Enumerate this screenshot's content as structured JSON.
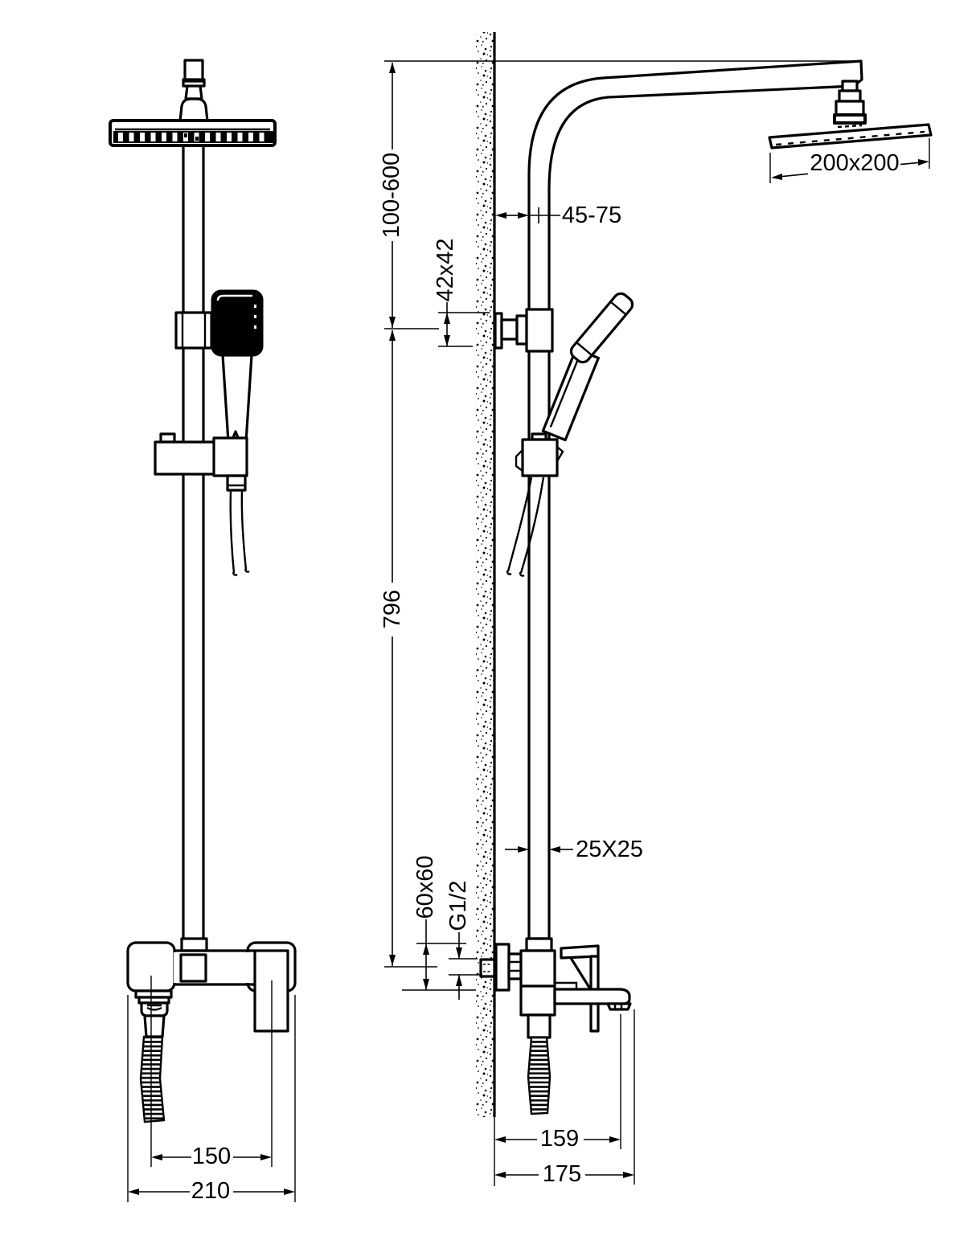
{
  "drawing": {
    "labels": {
      "front_hose_spacing": "150",
      "front_overall_width": "210",
      "riser_height_range": "100-600",
      "wall_distance": "45-75",
      "bracket_size": "42x42",
      "riser_length": "796",
      "pipe_profile": "25X25",
      "escutcheon_size": "60x60",
      "inlet_thread": "G1/2",
      "spout_reach": "159",
      "overall_reach": "175",
      "showerhead_size": "200x200"
    }
  }
}
